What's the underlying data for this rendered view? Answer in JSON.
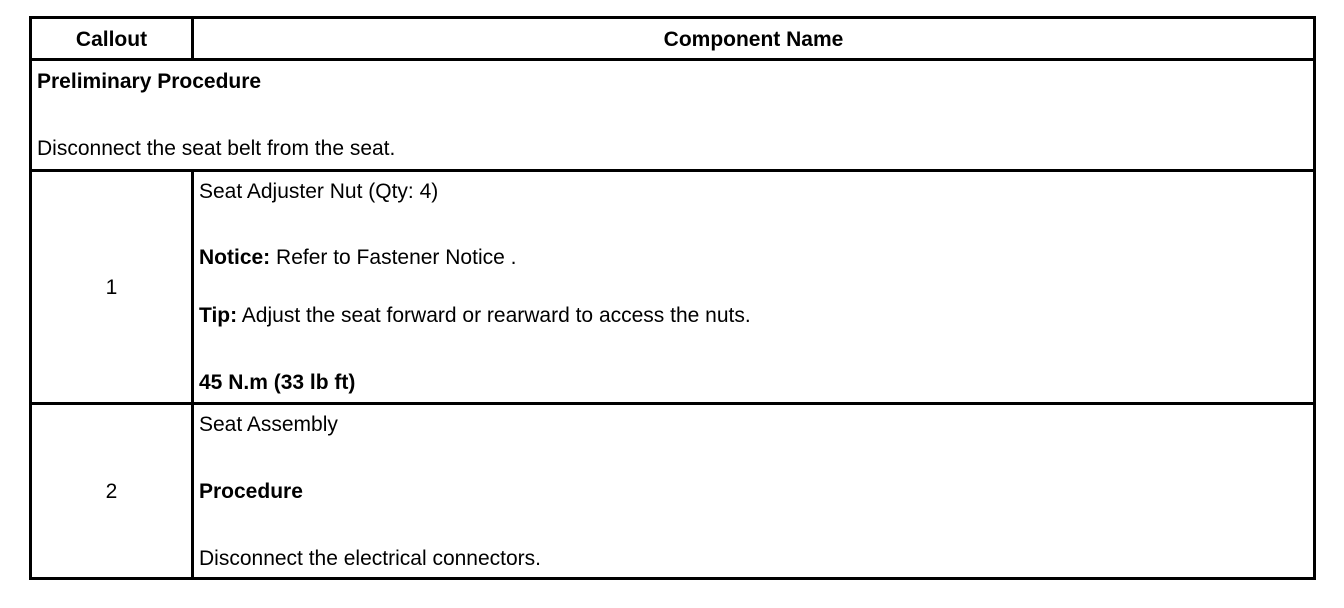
{
  "table": {
    "header": {
      "callout": "Callout",
      "component_name": "Component Name"
    },
    "preliminary": {
      "title": "Preliminary Procedure",
      "text": "Disconnect the seat belt from the seat."
    },
    "rows": [
      {
        "callout": "1",
        "name": "Seat Adjuster Nut (Qty: 4)",
        "notice_label": "Notice:",
        "notice_text": " Refer to Fastener Notice .",
        "tip_label": "Tip:",
        "tip_text": " Adjust the seat forward or rearward to access the nuts.",
        "torque": "45 N.m (33 lb ft)"
      },
      {
        "callout": "2",
        "name": "Seat Assembly",
        "procedure_label": "Procedure",
        "procedure_text": "Disconnect the electrical connectors."
      }
    ]
  }
}
